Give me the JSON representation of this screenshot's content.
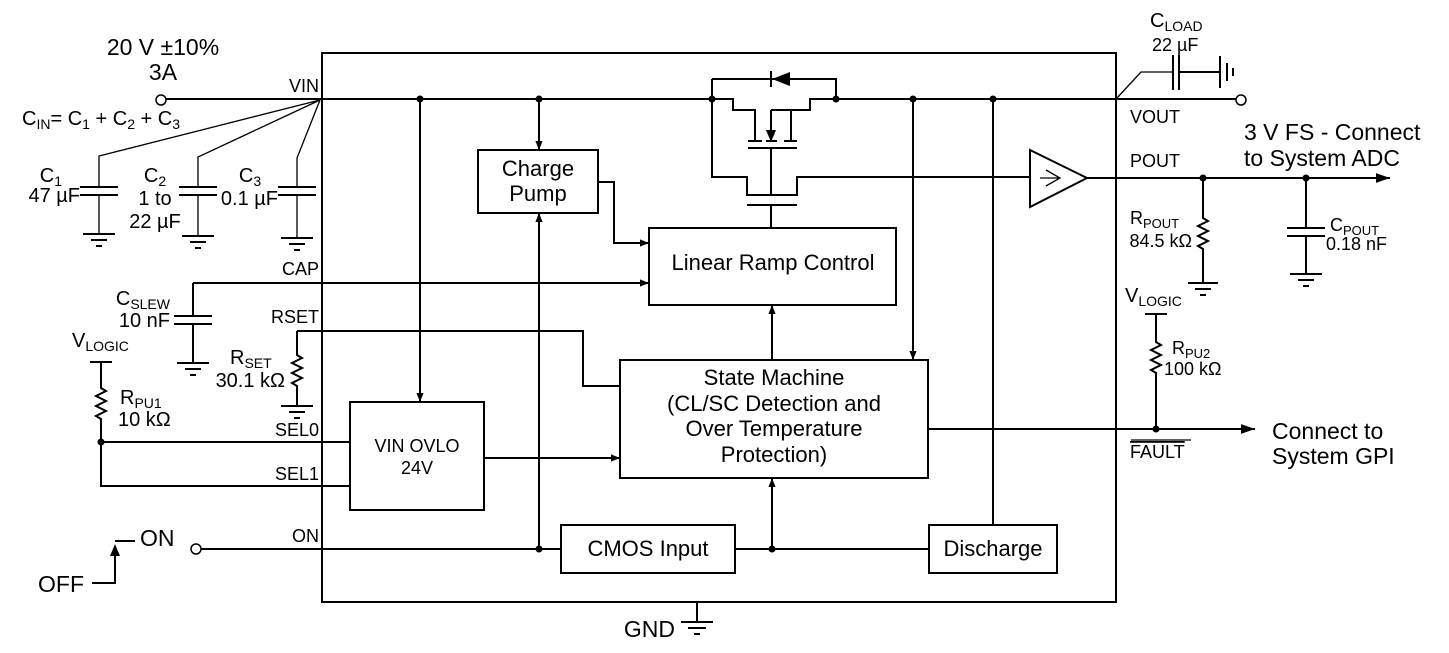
{
  "supply": {
    "voltage": "20 V ±10%",
    "current": "3A"
  },
  "cin_equation": {
    "c": "C",
    "in": "IN",
    "eq": "= C",
    "one": "1",
    "plus1": " + C",
    "two": "2",
    "plus2": " + C",
    "three": "3"
  },
  "caps": [
    {
      "name": "C",
      "sub": "1",
      "value": [
        "47 µF"
      ]
    },
    {
      "name": "C",
      "sub": "2",
      "value": [
        "1 to",
        "22 µF"
      ]
    },
    {
      "name": "C",
      "sub": "3",
      "value": [
        "0.1 µF"
      ]
    }
  ],
  "pins": {
    "vin": "VIN",
    "cap": "CAP",
    "rset": "RSET",
    "sel0": "SEL0",
    "sel1": "SEL1",
    "on": "ON",
    "vout": "VOUT",
    "pout": "POUT",
    "fault": "FAULT",
    "gnd": "GND"
  },
  "cslew": {
    "name": "C",
    "sub": "SLEW",
    "value": "10 nF"
  },
  "rset": {
    "name": "R",
    "sub": "SET",
    "value": "30.1 kΩ"
  },
  "vlogic": {
    "name": "V",
    "sub": "LOGIC"
  },
  "rpu1": {
    "name": "R",
    "sub": "PU1",
    "value": "10 kΩ"
  },
  "rpu2": {
    "name": "R",
    "sub": "PU2",
    "value": "100 kΩ"
  },
  "rpout": {
    "name": "R",
    "sub": "POUT",
    "value": "84.5 kΩ"
  },
  "cpout": {
    "name": "C",
    "sub": "POUT",
    "value": "0.18 nF"
  },
  "cload": {
    "name": "C",
    "sub": "LOAD",
    "value": "22 µF"
  },
  "switch": {
    "on": "ON",
    "off": "OFF"
  },
  "blocks": {
    "charge_pump": [
      "Charge",
      "Pump"
    ],
    "linear_ramp": "Linear Ramp Control",
    "state_machine": [
      "State Machine",
      "(CL/SC Detection and",
      "Over Temperature",
      "Protection)"
    ],
    "vin_ovlo": [
      "VIN OVLO",
      "24V"
    ],
    "cmos_input": "CMOS Input",
    "discharge": "Discharge"
  },
  "outputs": {
    "adc": [
      "3 V FS - Connect",
      "to System ADC"
    ],
    "gpi": [
      "Connect to",
      "System GPI"
    ]
  }
}
